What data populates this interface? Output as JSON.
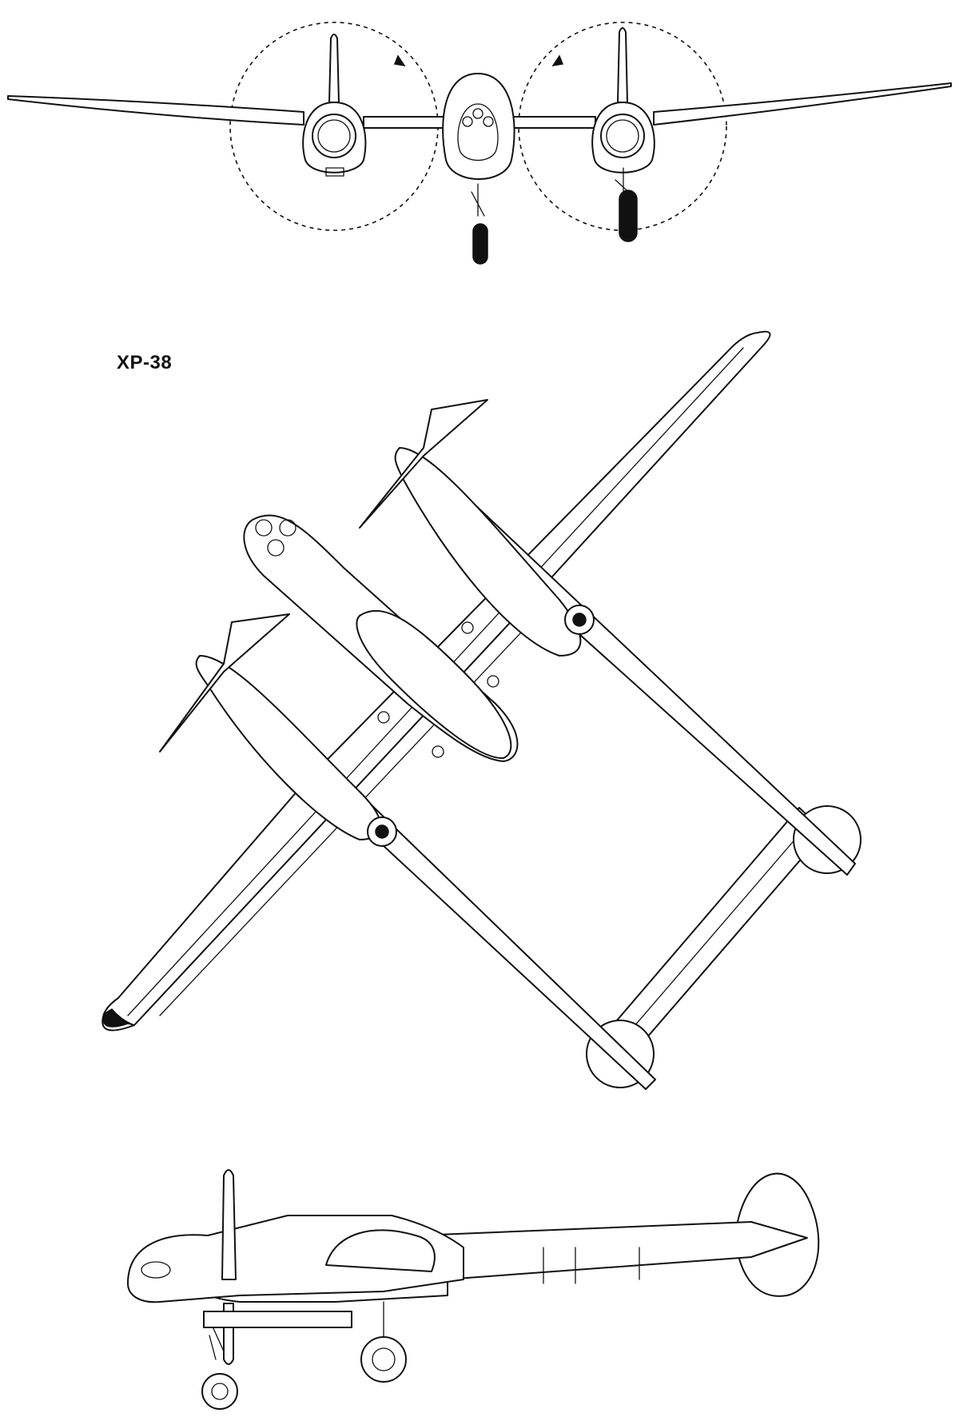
{
  "title": "XP-38",
  "views": [
    "front-view",
    "top-view",
    "side-view"
  ]
}
